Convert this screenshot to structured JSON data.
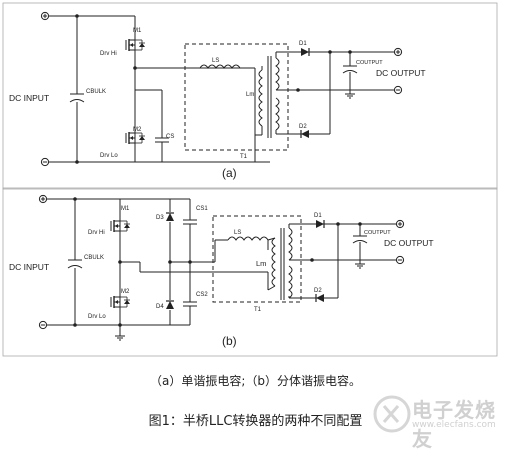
{
  "circuit_a": {
    "label": "(a)",
    "dc_input": "DC INPUT",
    "dc_output": "DC OUTPUT",
    "cbulk": "CBULK",
    "m1": "M1",
    "m2": "M2",
    "drv_hi": "Drv Hi",
    "drv_lo": "Drv Lo",
    "cs": "CS",
    "ls": "LS",
    "lm": "Lm",
    "t1": "T1",
    "d1": "D1",
    "d2": "D2",
    "coutput": "COUTPUT"
  },
  "circuit_b": {
    "label": "(b)",
    "dc_input": "DC INPUT",
    "dc_output": "DC OUTPUT",
    "cbulk": "CBULK",
    "m1": "M1",
    "m2": "M2",
    "drv_hi": "Drv Hi",
    "drv_lo": "Drv Lo",
    "d3": "D3",
    "d4": "D4",
    "cs1": "CS1",
    "cs2": "CS2",
    "ls": "LS",
    "lm": "Lm",
    "t1": "T1",
    "d1": "D1",
    "d2": "D2",
    "coutput": "COUTPUT"
  },
  "caption_sub": "（a）单谐振电容;（b）分体谐振电容。",
  "caption_main": "图1：半桥LLC转换器的两种不同配置",
  "watermark": {
    "text": "电子发烧友",
    "url": "www.elecfans.com"
  }
}
